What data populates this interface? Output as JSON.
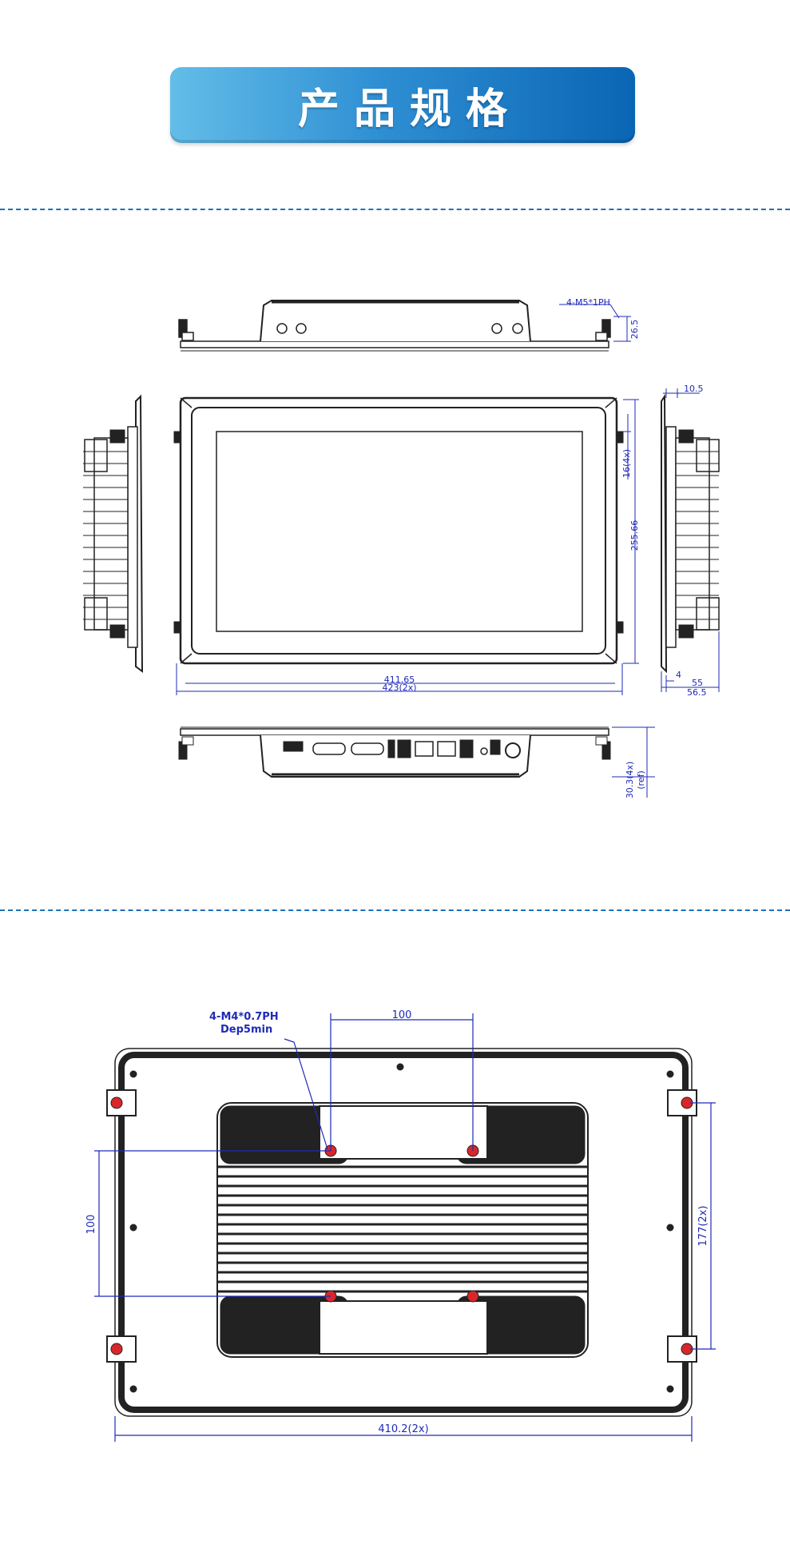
{
  "header": {
    "title": "产品规格"
  },
  "colors": {
    "banner_start": "#63bde8",
    "banner_end": "#0a65b4",
    "dimension": "#1f2ab8",
    "divider": "#1f6fb8",
    "screw": "#d9262b"
  },
  "dimensions": {
    "top_mount": "4-M5*1PH",
    "top_height": "26.5",
    "side_offset": "10.5",
    "hole_spacing_side": "16(4x)",
    "height": "255.66",
    "active_width": "411.65",
    "width": "423(2x)",
    "side_small": "4",
    "depth": "55",
    "depth_total": "56.5",
    "bottom_height": "30.3(4x)",
    "bottom_ref": "(ref)",
    "vesa_mount": "4-M4*0.7PH",
    "vesa_depth": "Dep5min",
    "vesa_h": "100",
    "vesa_v": "100",
    "rear_height": "177(2x)",
    "rear_width": "410.2(2x)"
  }
}
